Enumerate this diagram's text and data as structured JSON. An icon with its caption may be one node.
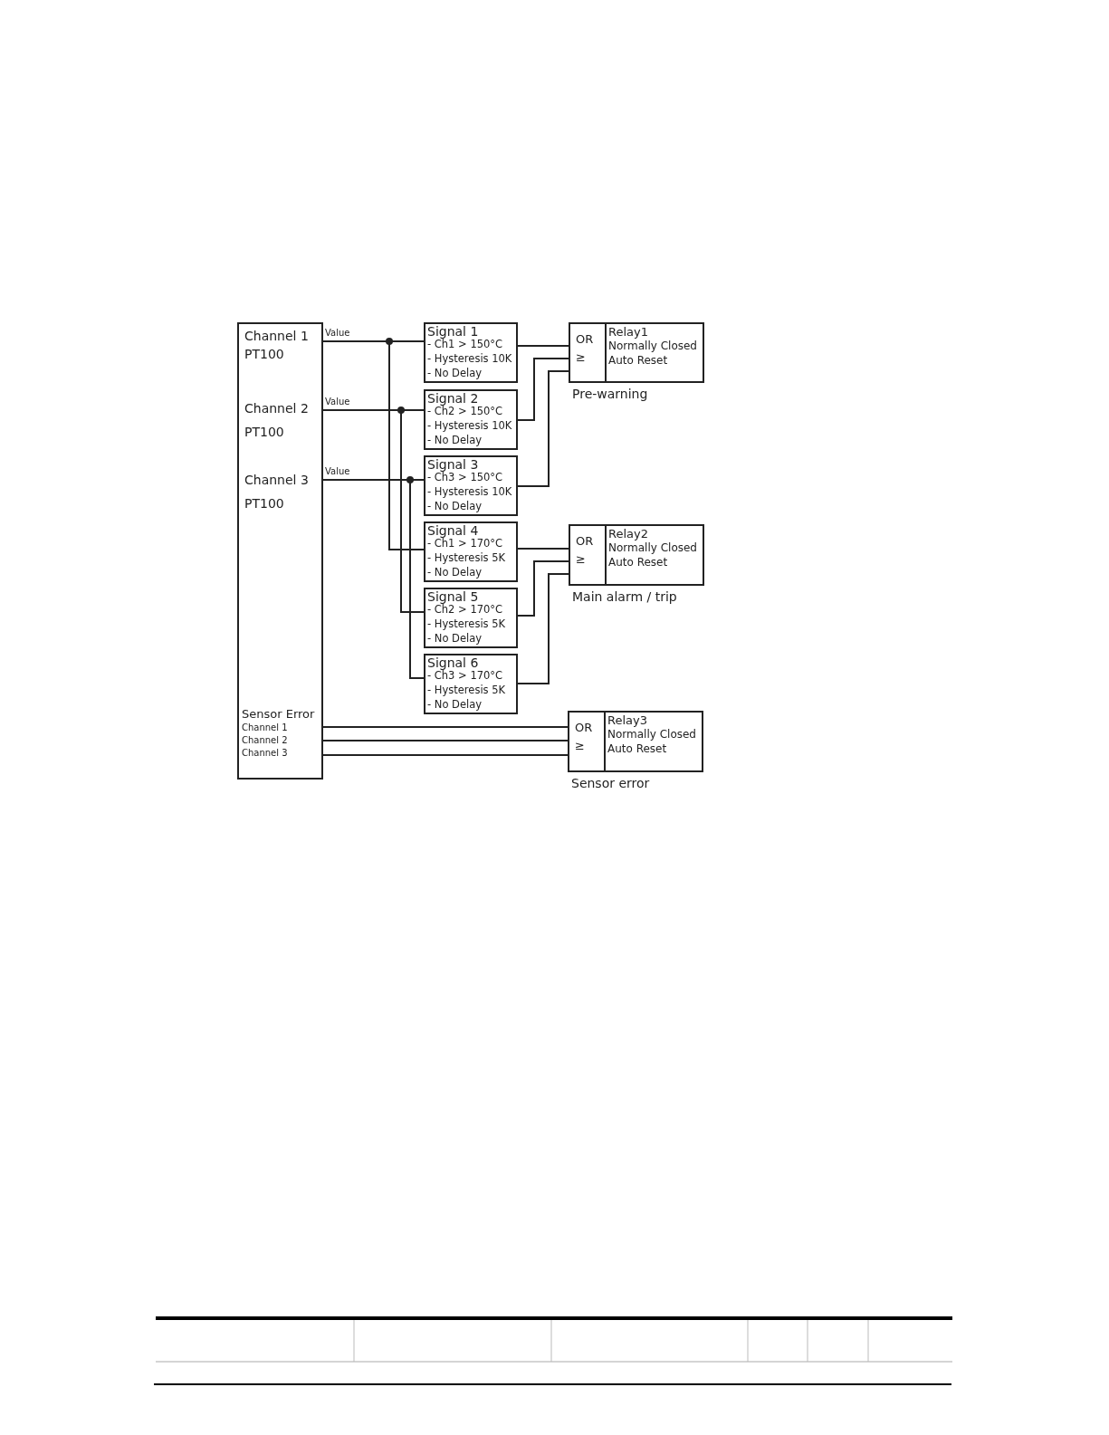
{
  "diagram": {
    "nodes": [
      {
        "text": [
          "Channel 1",
          "PT100",
          "Channel 2",
          "PT100",
          "Channel 3",
          "PT100",
          "Sensor Error",
          "Channel 1",
          "Channel 2",
          "Channel 3"
        ]
      },
      {
        "text": [
          "Signal 1",
          "- Ch1 > 150°C",
          "- Hysteresis 10K",
          "- No Delay"
        ]
      },
      {
        "text": [
          "Signal 2",
          "- Ch2 > 150°C",
          "- Hysteresis 10K",
          "- No Delay"
        ]
      },
      {
        "text": [
          "Signal 3",
          "- Ch3 > 150°C",
          "- Hysteresis 10K",
          "- No Delay"
        ]
      },
      {
        "text": [
          "Signal 4",
          "- Ch1 > 170°C",
          "- Hysteresis 5K",
          "- No Delay"
        ]
      },
      {
        "text": [
          "Signal 5",
          "- Ch2 > 170°C",
          "- Hysteresis 5K",
          "- No Delay"
        ]
      },
      {
        "text": [
          "Signal 6",
          "- Ch3 > 170°C",
          "- Hysteresis 5K",
          "- No Delay"
        ]
      },
      {
        "text": [
          "OR",
          "≥",
          "Relay1",
          "Normally Closed",
          "Auto Reset"
        ],
        "beside": [
          "Pre-warning"
        ]
      },
      {
        "text": [
          "OR",
          "≥",
          "Relay2",
          "Normally Closed",
          "Auto Reset"
        ],
        "beside": [
          "Main alarm / trip"
        ]
      },
      {
        "text": [
          "OR",
          "≥",
          "Relay3",
          "Normally Closed",
          "Auto Reset"
        ],
        "beside": [
          "Sensor error"
        ]
      }
    ],
    "edges": [
      {
        "from": 0,
        "to": 1,
        "arrow": "none",
        "label": "Value"
      },
      {
        "from": 0,
        "to": 4,
        "arrow": "none"
      },
      {
        "from": 0,
        "to": 2,
        "arrow": "none",
        "label": "Value"
      },
      {
        "from": 0,
        "to": 5,
        "arrow": "none"
      },
      {
        "from": 0,
        "to": 3,
        "arrow": "none",
        "label": "Value"
      },
      {
        "from": 0,
        "to": 6,
        "arrow": "none"
      },
      {
        "from": 1,
        "to": 7,
        "arrow": "none"
      },
      {
        "from": 2,
        "to": 7,
        "arrow": "none"
      },
      {
        "from": 3,
        "to": 7,
        "arrow": "none"
      },
      {
        "from": 4,
        "to": 8,
        "arrow": "none"
      },
      {
        "from": 5,
        "to": 8,
        "arrow": "none"
      },
      {
        "from": 6,
        "to": 8,
        "arrow": "none"
      },
      {
        "from": 0,
        "to": 9,
        "arrow": "none"
      },
      {
        "from": 0,
        "to": 9,
        "arrow": "none"
      },
      {
        "from": 0,
        "to": 9,
        "arrow": "none"
      }
    ]
  }
}
